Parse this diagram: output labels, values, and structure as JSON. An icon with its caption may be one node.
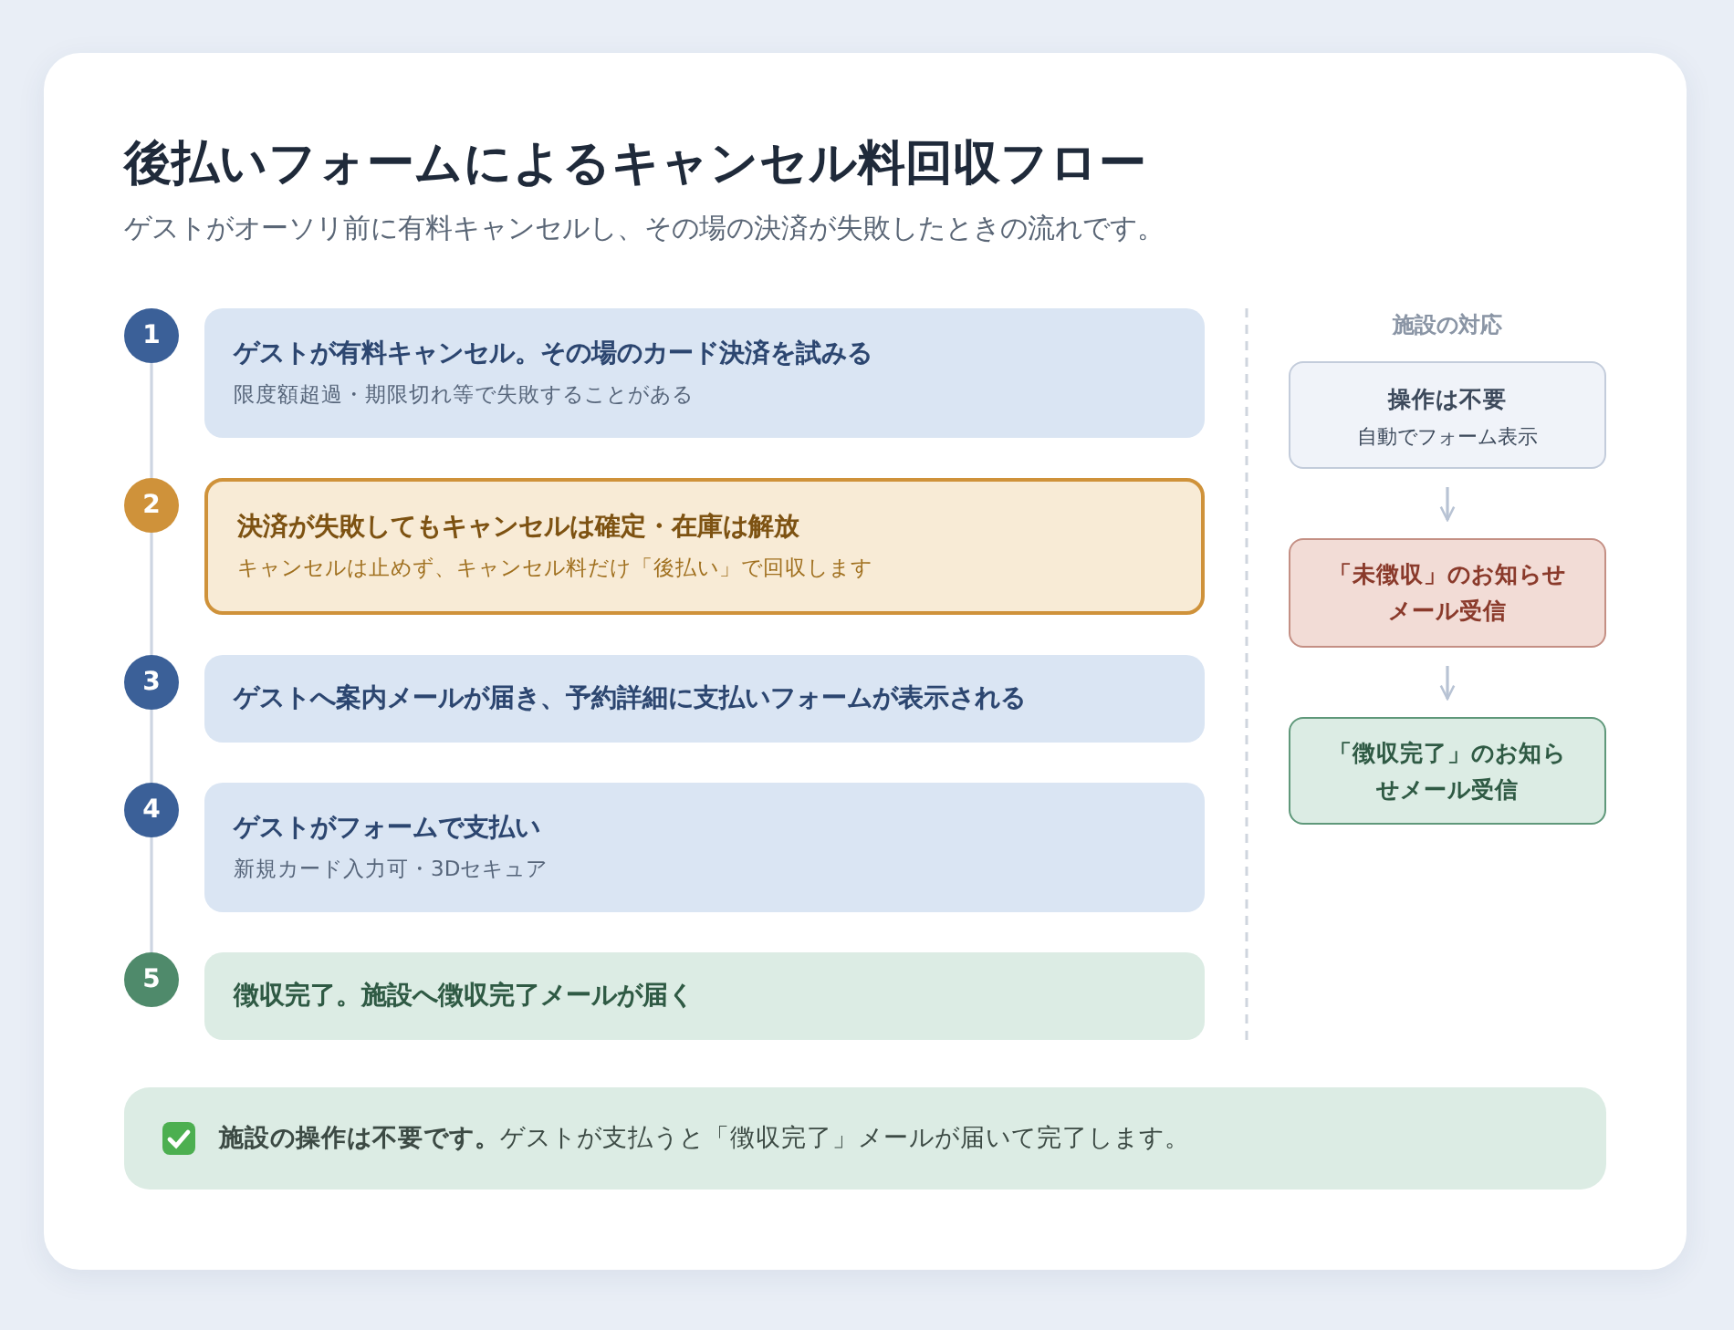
{
  "diagram": {
    "title": "後払いフォームによるキャンセル料回収フロー",
    "nodes": [
      {
        "text": [
          "1"
        ]
      },
      {
        "text": [
          "ゲストが有料キャンセル。その場のカード決済を試みる",
          "限度額超過・期限切れ等で失敗することがある"
        ]
      },
      {
        "text": [
          "2"
        ]
      },
      {
        "text": [
          "決済が失敗してもキャンセルは確定・在庫は解放",
          "キャンセルは止めず、キャンセル料だけ「後払い」で回収します"
        ]
      },
      {
        "text": [
          "3"
        ]
      },
      {
        "text": [
          "ゲストへ案内メールが届き、予約詳細に支払いフォームが表示される"
        ]
      },
      {
        "text": [
          "4"
        ]
      },
      {
        "text": [
          "ゲストがフォームで支払い",
          "新規カード入力可・3Dセキュア"
        ]
      },
      {
        "text": [
          "5"
        ]
      },
      {
        "text": [
          "徴収完了。施設へ徴収完了メールが届く"
        ]
      },
      {
        "text": [
          "操作は不要",
          "自動でフォーム表示"
        ]
      },
      {
        "text": [
          "「未徴収」のお知らせメール受信"
        ]
      },
      {
        "text": [
          "「徴収完了」のお知らせメール受信"
        ]
      },
      {
        "text": [
          "**施設の操作は不要です。**ゲストが支払うと「徴収完了」メールが届いて完了します。"
        ]
      }
    ],
    "edges": [
      {
        "from": 0,
        "to": 2,
        "arrow": "none"
      },
      {
        "from": 2,
        "to": 4,
        "arrow": "none"
      },
      {
        "from": 4,
        "to": 6,
        "arrow": "none"
      },
      {
        "from": 6,
        "to": 8,
        "arrow": "none"
      },
      {
        "from": 10,
        "to": 11,
        "arrow": "to"
      },
      {
        "from": 11,
        "to": 12,
        "arrow": "to"
      }
    ],
    "labels": [
      "ゲストがオーソリ前に有料キャンセルし、その場の決済が失敗したときの流れです。",
      "施設の対応"
    ]
  }
}
